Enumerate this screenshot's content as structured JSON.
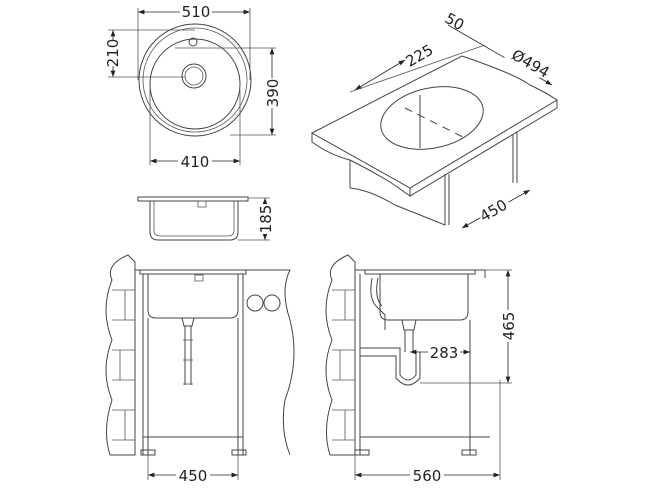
{
  "top_view": {
    "width": "510",
    "tap_offset": "210",
    "bowl_depth": "390",
    "bowl_width": "410"
  },
  "side_view": {
    "height": "185"
  },
  "iso_view": {
    "rim": "50",
    "offset": "225",
    "diameter": "Ø494",
    "cabinet_depth": "450"
  },
  "front_install": {
    "cabinet_width": "450"
  },
  "side_install": {
    "drain_offset": "283",
    "height": "465",
    "cabinet_depth": "560"
  }
}
